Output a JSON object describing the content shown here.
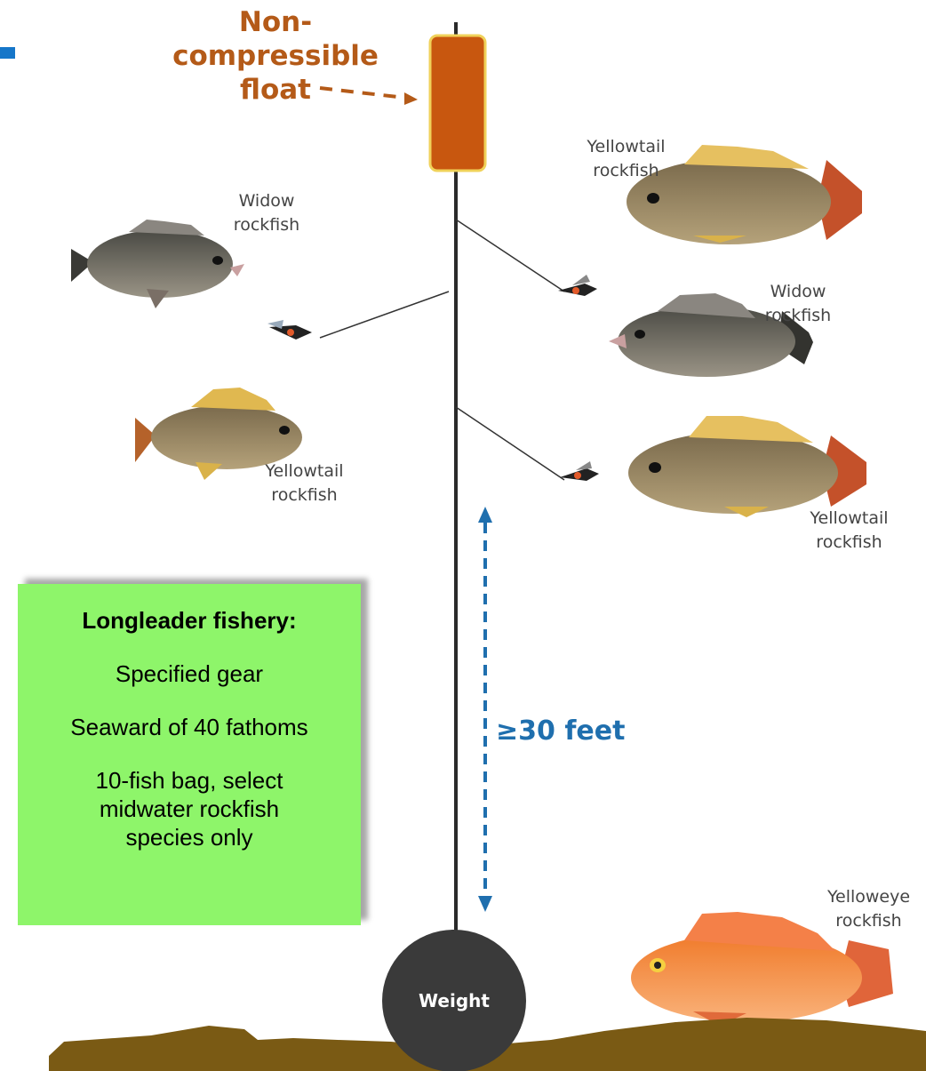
{
  "float": {
    "label": "Non-compressible float",
    "line1": "Non-",
    "line2": "compressible",
    "line3": "float",
    "color": "#c8570f"
  },
  "fish_labels": {
    "widow_left": [
      "Widow",
      "rockfish"
    ],
    "yellowtail_left": [
      "Yellowtail",
      "rockfish"
    ],
    "yellowtail_top_right": [
      "Yellowtail",
      "rockfish"
    ],
    "widow_right": [
      "Widow",
      "rockfish"
    ],
    "yellowtail_bottom_right": [
      "Yellowtail",
      "rockfish"
    ],
    "yelloweye": [
      "Yelloweye",
      "rockfish"
    ]
  },
  "depth_label": "≥30 feet",
  "weight_label": "Weight",
  "info_box": {
    "title": "Longleader fishery:",
    "items": [
      "Specified gear",
      "Seaward of 40 fathoms",
      "10-fish bag, select",
      "midwater rockfish",
      "species only"
    ]
  },
  "colors": {
    "box": "#8ef56a",
    "seafloor": "#7a5a14",
    "depth_arrow": "#1f6fae",
    "weight": "#3a3a3a"
  }
}
